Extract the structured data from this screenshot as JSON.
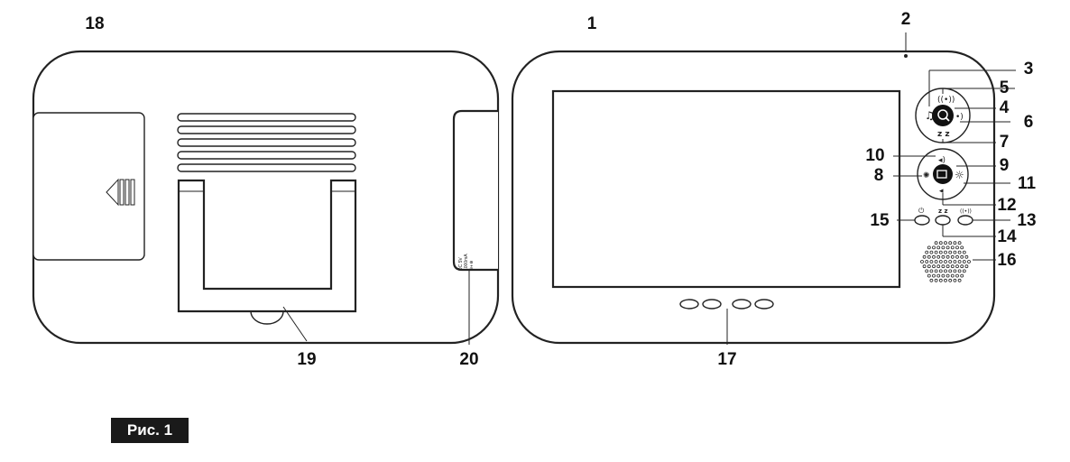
{
  "figure": {
    "caption": "Рис. 1",
    "rear_power_label_lines": [
      "DC 5V",
      "1000mA",
      "⊖◐⊕"
    ]
  },
  "callouts": [
    {
      "id": "1",
      "label": "1"
    },
    {
      "id": "2",
      "label": "2"
    },
    {
      "id": "3",
      "label": "3"
    },
    {
      "id": "4",
      "label": "4"
    },
    {
      "id": "5",
      "label": "5"
    },
    {
      "id": "6",
      "label": "6"
    },
    {
      "id": "7",
      "label": "7"
    },
    {
      "id": "8",
      "label": "8"
    },
    {
      "id": "9",
      "label": "9"
    },
    {
      "id": "10",
      "label": "10"
    },
    {
      "id": "11",
      "label": "11"
    },
    {
      "id": "12",
      "label": "12"
    },
    {
      "id": "13",
      "label": "13"
    },
    {
      "id": "14",
      "label": "14"
    },
    {
      "id": "15",
      "label": "15"
    },
    {
      "id": "16",
      "label": "16"
    },
    {
      "id": "17",
      "label": "17"
    },
    {
      "id": "18",
      "label": "18"
    },
    {
      "id": "19",
      "label": "19"
    },
    {
      "id": "20",
      "label": "20"
    }
  ],
  "icons": {
    "music": "music-note-icon",
    "zoom": "magnifier-icon",
    "talk": "talk-icon",
    "sleep": "sleep-zz-icon",
    "volume_up": "volume-up-icon",
    "volume_down": "volume-down-icon",
    "brightness": "brightness-icon",
    "camera": "camera-icon",
    "power": "power-icon",
    "vibrate": "vibrate-icon"
  },
  "glyphs": {
    "music": "♫",
    "sleep": "z z",
    "power": "⏻",
    "brightness": "✺",
    "sun": "☼",
    "vol_up": "◂)",
    "vol_down": "◂"
  }
}
